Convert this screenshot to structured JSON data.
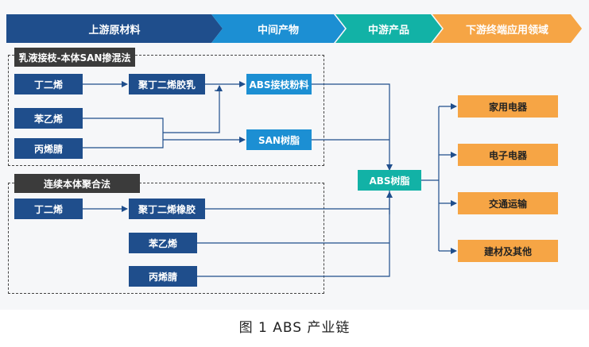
{
  "header": {
    "upstream": "上游原材料",
    "midstream_product": "中间产物",
    "midstream": "中游产品",
    "downstream": "下游终端应用领域"
  },
  "groups": {
    "emulsion": "乳液接枝-本体SAN掺混法",
    "continuous": "连续本体聚合法"
  },
  "nodes": {
    "butadiene_1": "丁二烯",
    "polybutadiene_latex": "聚丁二烯胶乳",
    "abs_graft_powder": "ABS接枝粉料",
    "styrene_1": "苯乙烯",
    "acrylonitrile_1": "丙烯腈",
    "san_resin": "SAN树脂",
    "butadiene_2": "丁二烯",
    "polybutadiene_rubber": "聚丁二烯橡胶",
    "styrene_2": "苯乙烯",
    "acrylonitrile_2": "丙烯腈",
    "abs_resin": "ABS树脂",
    "home_appliances": "家用电器",
    "electronics": "电子电器",
    "transportation": "交通运输",
    "building_materials": "建材及其他"
  },
  "caption": "图 1  ABS 产业链",
  "colors": {
    "navy": "#1f4e8c",
    "blue": "#1c8fd3",
    "teal": "#12b2a6",
    "orange": "#f6a545",
    "dark_label": "#3b3b3b"
  }
}
